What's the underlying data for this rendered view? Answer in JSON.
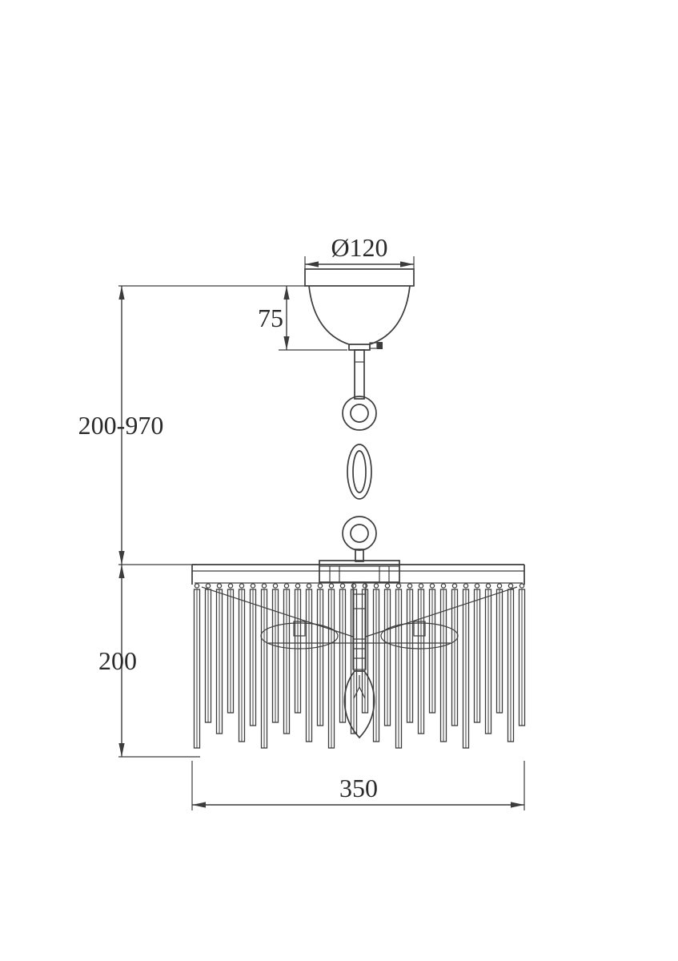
{
  "drawing": {
    "type": "technical-dimension-drawing",
    "subject": "chandelier pendant lamp",
    "line_color": "#3c3c3c",
    "text_color": "#2a2a2a",
    "background": "#ffffff"
  },
  "dimensions": {
    "canopy_diameter": {
      "label": "Ø120",
      "value": 120
    },
    "canopy_height": {
      "label": "75",
      "value": 75
    },
    "suspension_height": {
      "label": "200-970",
      "min": 200,
      "max": 970
    },
    "shade_height": {
      "label": "200",
      "value": 200
    },
    "shade_diameter": {
      "label": "350",
      "value": 350
    }
  }
}
